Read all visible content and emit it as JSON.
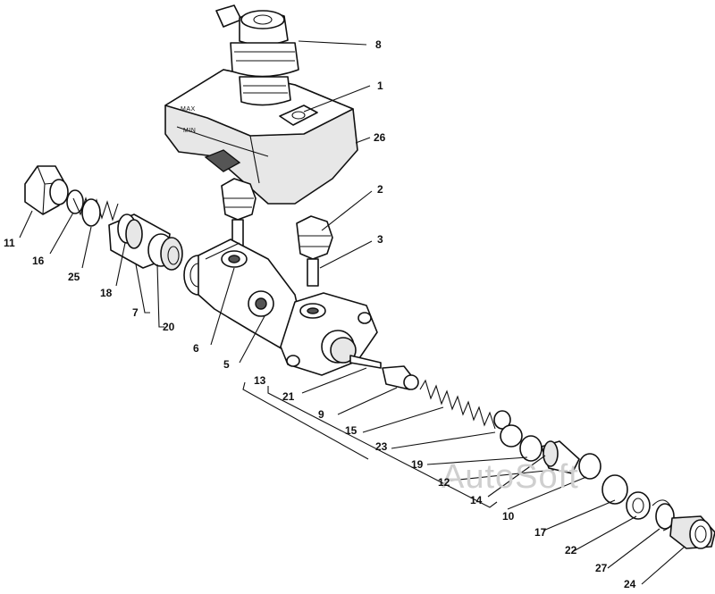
{
  "reservoir_marks": {
    "max": "MAX",
    "min": "MIN"
  },
  "watermark": "AutoSoft",
  "callouts": {
    "c1": "1",
    "c2": "2",
    "c3": "3",
    "c5": "5",
    "c6": "6",
    "c7": "7",
    "c8": "8",
    "c9": "9",
    "c10": "10",
    "c11": "11",
    "c12": "12",
    "c13": "13",
    "c14": "14",
    "c15": "15",
    "c16": "16",
    "c17": "17",
    "c18": "18",
    "c19": "19",
    "c20": "20",
    "c21": "21",
    "c22": "22",
    "c23": "23",
    "c24": "24",
    "c25": "25",
    "c26": "26",
    "c27": "27"
  }
}
